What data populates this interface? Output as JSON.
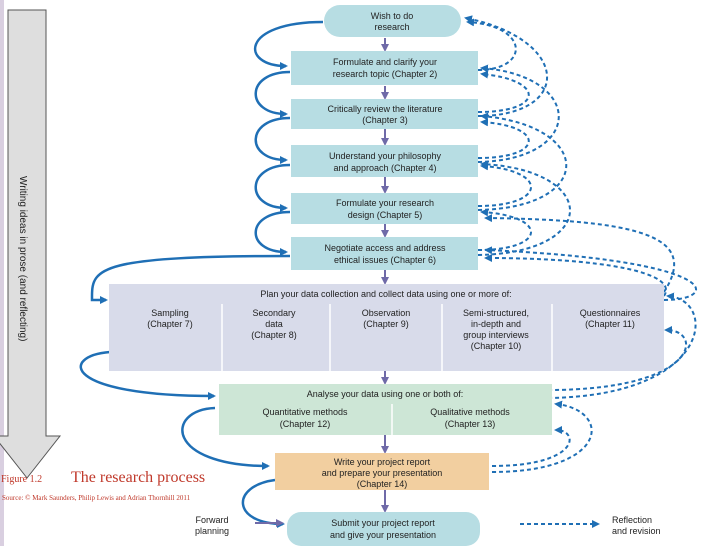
{
  "diagram": {
    "side_label": "Writing ideas in prose (and reflecting)",
    "boxes": {
      "wish": "Wish to do research",
      "formulate_topic_1": "Formulate and clarify your",
      "formulate_topic_2": "research topic (Chapter 2)",
      "review_1": "Critically review the literature",
      "review_2": "(Chapter 3)",
      "philosophy_1": "Understand your philosophy",
      "philosophy_2": "and approach (Chapter 4)",
      "design_1": "Formulate your research",
      "design_2": "design (Chapter 5)",
      "access_1": "Negotiate access and address",
      "access_2": "ethical issues (Chapter 6)",
      "plan_header": "Plan your data collection and collect data using one or more of:",
      "plan_items": [
        [
          "Sampling",
          "(Chapter 7)"
        ],
        [
          "Secondary",
          "data",
          "(Chapter 8)"
        ],
        [
          "Observation",
          "(Chapter 9)"
        ],
        [
          "Semi-structured,",
          "in-depth and",
          "group interviews",
          "(Chapter 10)"
        ],
        [
          "Questionnaires",
          "(Chapter 11)"
        ]
      ],
      "analyse_header": "Analyse your data using one or both of:",
      "quant_1": "Quantitative methods",
      "quant_2": "(Chapter 12)",
      "qual_1": "Qualitative methods",
      "qual_2": "(Chapter 13)",
      "write_1": "Write your project report",
      "write_2": "and prepare your presentation",
      "write_3": "(Chapter 14)",
      "submit_1": "Submit your project report",
      "submit_2": "and give your presentation"
    },
    "legend": {
      "forward_1": "Forward",
      "forward_2": "planning",
      "reflection_1": "Reflection",
      "reflection_2": "and revision"
    },
    "colors": {
      "teal_box": "#b7dde3",
      "lavender_box": "#d8dbea",
      "green_box": "#cde6d6",
      "orange_box": "#f2cfa0",
      "arrow_blue": "#1f6fb5",
      "arrow_purple": "#6f6aa8",
      "caption_red": "#c0392b"
    }
  },
  "caption": {
    "figure": "Figure 1.2",
    "title": "The research process",
    "source": "Source: © Mark Saunders, Philip Lewis and Adrian Thornhill 2011"
  }
}
